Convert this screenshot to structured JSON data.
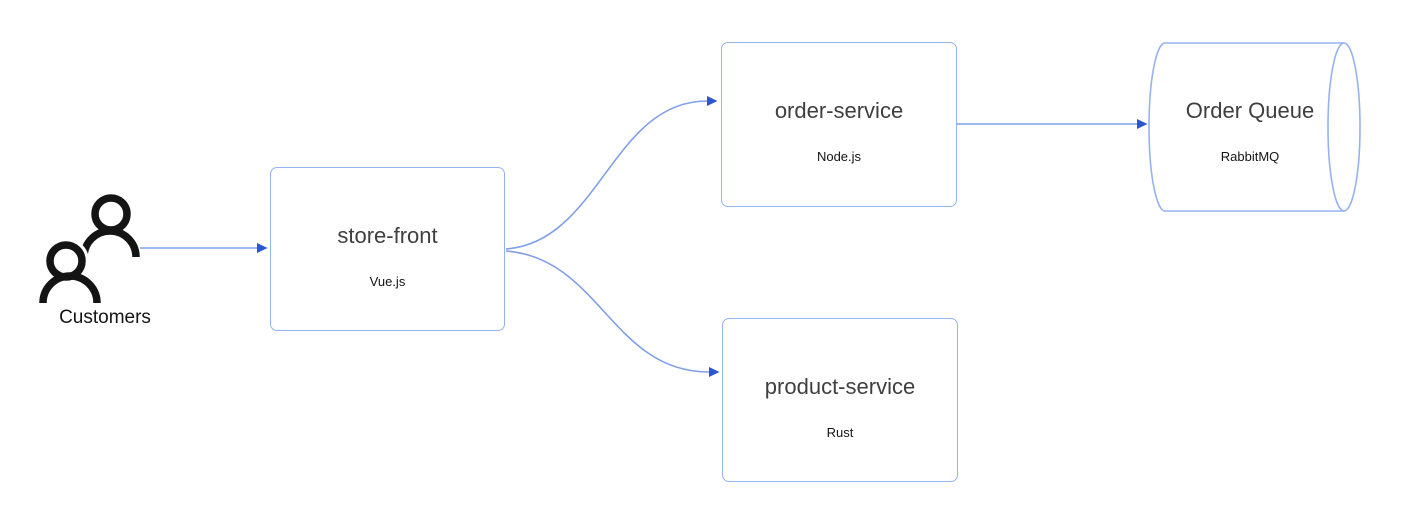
{
  "colors": {
    "background": "#ffffff",
    "edge_line": "#7f9fe8",
    "arrowhead": "#2a57cf",
    "node_border": "#95b3ef",
    "node_fill": "#ffffff",
    "title_text": "#3f3f3f",
    "subtitle_text": "#141414",
    "customers_icon": "#141414"
  },
  "nodes": {
    "customers": {
      "label": "Customers",
      "icon": "people-icon",
      "shape": "actor"
    },
    "store_front": {
      "title": "store-front",
      "subtitle": "Vue.js",
      "shape": "rectangle"
    },
    "order_service": {
      "title": "order-service",
      "subtitle": "Node.js",
      "shape": "rectangle"
    },
    "product_service": {
      "title": "product-service",
      "subtitle": "Rust",
      "shape": "rectangle"
    },
    "order_queue": {
      "title": "Order Queue",
      "subtitle": "RabbitMQ",
      "shape": "cylinder"
    }
  },
  "edges": [
    {
      "from": "customers",
      "to": "store-front",
      "style": "straight-arrow"
    },
    {
      "from": "store-front",
      "to": "order-service",
      "style": "curved-arrow"
    },
    {
      "from": "store-front",
      "to": "product-service",
      "style": "curved-arrow"
    },
    {
      "from": "order-service",
      "to": "order-queue",
      "style": "straight-arrow"
    }
  ]
}
